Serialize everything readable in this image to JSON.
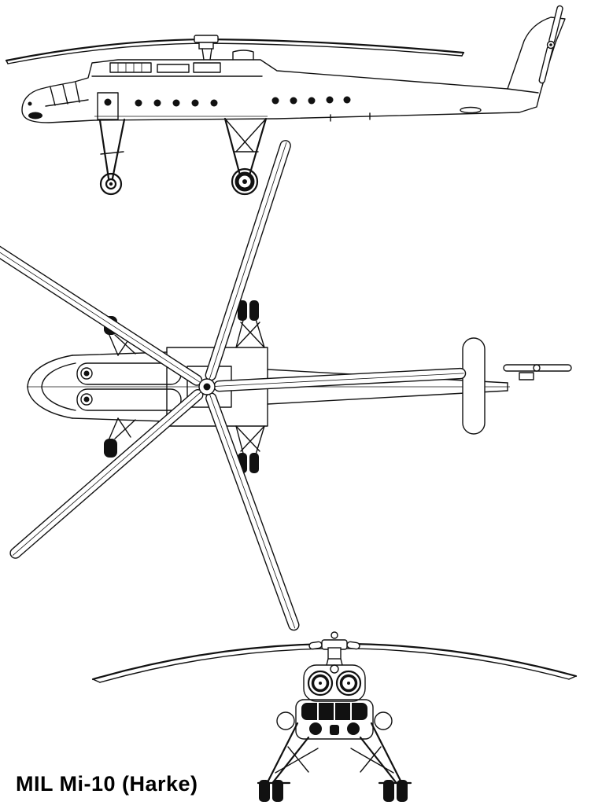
{
  "page": {
    "background_color": "#ffffff",
    "ink_color": "#111111"
  },
  "caption": {
    "text": "MIL Mi-10 (Harke)"
  },
  "diagram": {
    "subject": "Mil Mi-10 (Harke) helicopter three-view line drawing",
    "views": [
      {
        "name": "side-view",
        "label": "side profile"
      },
      {
        "name": "top-view",
        "label": "overhead plan"
      },
      {
        "name": "front-view",
        "label": "front elevation"
      }
    ],
    "main_rotor_blade_count": 5
  }
}
